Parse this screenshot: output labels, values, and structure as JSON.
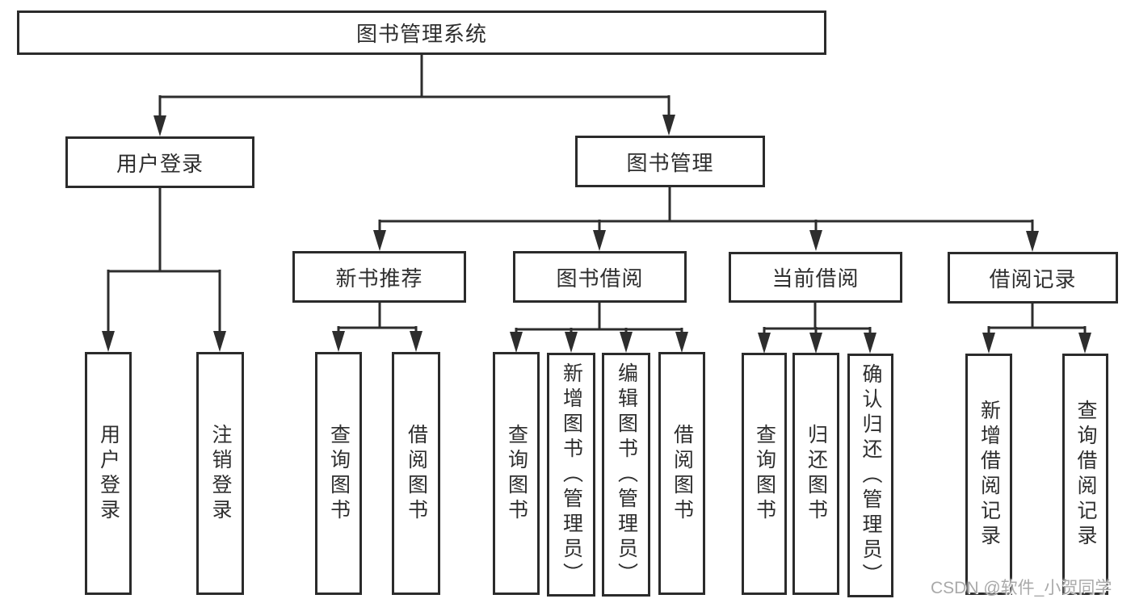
{
  "diagram_title": "图书管理系统",
  "colors": {
    "background": "#ffffff",
    "line": "#2d2d2d",
    "box_border": "#2b2b2b",
    "text": "#2e2e2e",
    "watermark": "#a9a9a9"
  },
  "nodes": {
    "root": {
      "label": "图书管理系统"
    },
    "user_login": {
      "label": "用户登录"
    },
    "book_mgmt": {
      "label": "图书管理"
    },
    "new_books": {
      "label": "新书推荐"
    },
    "book_borrow": {
      "label": "图书借阅"
    },
    "current_borrow": {
      "label": "当前借阅"
    },
    "borrow_records": {
      "label": "借阅记录"
    },
    "leaf_user_login": {
      "label": "用户登录"
    },
    "leaf_logout": {
      "label": "注销登录"
    },
    "leaf_nb_query": {
      "label": "查询图书"
    },
    "leaf_nb_borrow": {
      "label": "借阅图书"
    },
    "leaf_bb_query": {
      "label": "查询图书"
    },
    "leaf_bb_add": {
      "label": "新增图书（管理员）"
    },
    "leaf_bb_edit": {
      "label": "编辑图书（管理员）"
    },
    "leaf_bb_borrow": {
      "label": "借阅图书"
    },
    "leaf_cb_query": {
      "label": "查询图书"
    },
    "leaf_cb_return": {
      "label": "归还图书"
    },
    "leaf_cb_confirm": {
      "label": "确认归还（管理员）"
    },
    "leaf_br_add": {
      "label": "新增借阅记录"
    },
    "leaf_br_query": {
      "label": "查询借阅记录"
    }
  },
  "structure": [
    {
      "parent": "root",
      "children": [
        "user_login",
        "book_mgmt"
      ]
    },
    {
      "parent": "user_login",
      "children": [
        "leaf_user_login",
        "leaf_logout"
      ]
    },
    {
      "parent": "book_mgmt",
      "children": [
        "new_books",
        "book_borrow",
        "current_borrow",
        "borrow_records"
      ]
    },
    {
      "parent": "new_books",
      "children": [
        "leaf_nb_query",
        "leaf_nb_borrow"
      ]
    },
    {
      "parent": "book_borrow",
      "children": [
        "leaf_bb_query",
        "leaf_bb_add",
        "leaf_bb_edit",
        "leaf_bb_borrow"
      ]
    },
    {
      "parent": "current_borrow",
      "children": [
        "leaf_cb_query",
        "leaf_cb_return",
        "leaf_cb_confirm"
      ]
    },
    {
      "parent": "borrow_records",
      "children": [
        "leaf_br_add",
        "leaf_br_query"
      ]
    }
  ],
  "watermark": {
    "text": "CSDN @软件_小贺同学"
  }
}
